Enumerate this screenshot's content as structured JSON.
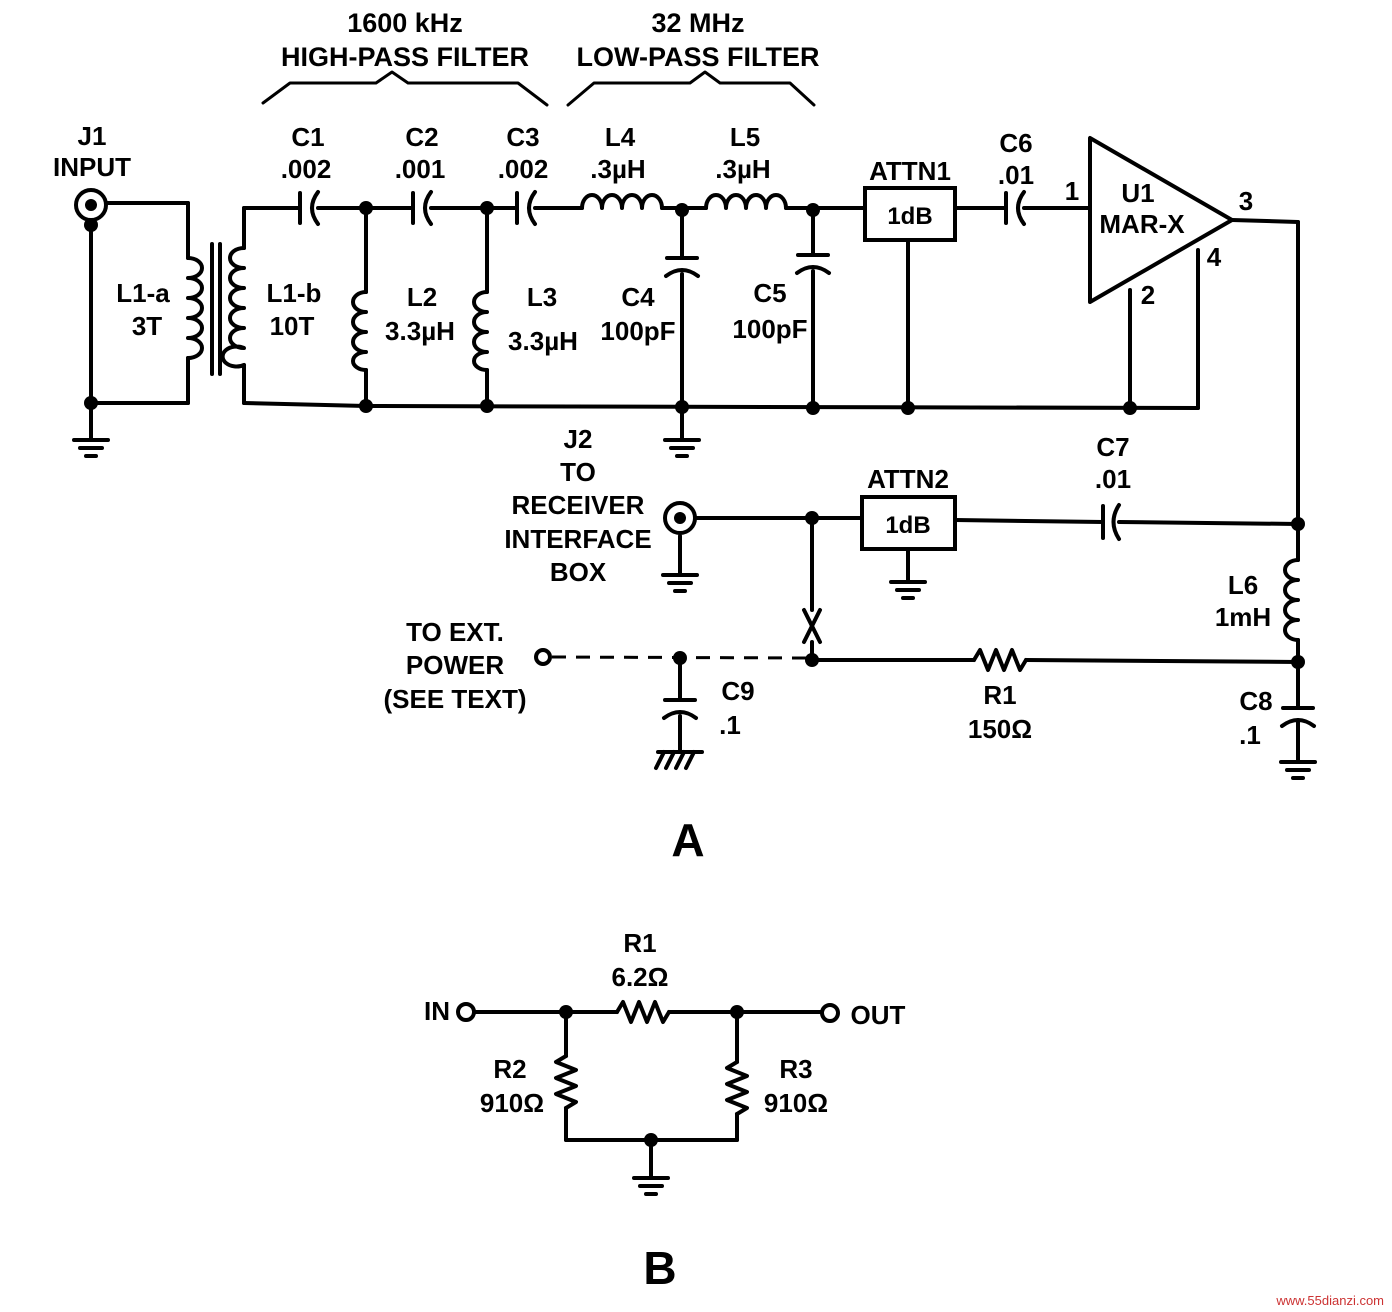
{
  "diagram_a": {
    "caption": "A",
    "hpf": {
      "line1": "1600 kHz",
      "line2": "HIGH-PASS FILTER"
    },
    "lpf": {
      "line1": "32 MHz",
      "line2": "LOW-PASS FILTER"
    },
    "j1": {
      "name": "J1",
      "label": "INPUT"
    },
    "l1a": {
      "name": "L1-a",
      "value": "3T"
    },
    "l1b": {
      "name": "L1-b",
      "value": "10T"
    },
    "c1": {
      "name": "C1",
      "value": ".002"
    },
    "c2": {
      "name": "C2",
      "value": ".001"
    },
    "c3": {
      "name": "C3",
      "value": ".002"
    },
    "l2": {
      "name": "L2",
      "value": "3.3µH"
    },
    "l3": {
      "name": "L3",
      "value": "3.3µH"
    },
    "l4": {
      "name": "L4",
      "value": ".3µH"
    },
    "l5": {
      "name": "L5",
      "value": ".3µH"
    },
    "c4": {
      "name": "C4",
      "value": "100pF"
    },
    "c5": {
      "name": "C5",
      "value": "100pF"
    },
    "attn1": {
      "name": "ATTN1",
      "value": "1dB"
    },
    "c6": {
      "name": "C6",
      "value": ".01"
    },
    "u1": {
      "name": "U1",
      "part": "MAR-X",
      "pin1": "1",
      "pin2": "2",
      "pin3": "3",
      "pin4": "4"
    },
    "j2": {
      "name": "J2",
      "line1": "TO",
      "line2": "RECEIVER",
      "line3": "INTERFACE",
      "line4": "BOX"
    },
    "attn2": {
      "name": "ATTN2",
      "value": "1dB"
    },
    "c7": {
      "name": "C7",
      "value": ".01"
    },
    "l6": {
      "name": "L6",
      "value": "1mH"
    },
    "ext": {
      "line1": "TO EXT.",
      "line2": "POWER",
      "line3": "(SEE TEXT)"
    },
    "c9": {
      "name": "C9",
      "value": ".1"
    },
    "r1": {
      "name": "R1",
      "value": "150Ω"
    },
    "c8": {
      "name": "C8",
      "value": ".1"
    },
    "cut_mark": "X"
  },
  "diagram_b": {
    "caption": "B",
    "in_label": "IN",
    "out_label": "OUT",
    "r1": {
      "name": "R1",
      "value": "6.2Ω"
    },
    "r2": {
      "name": "R2",
      "value": "910Ω"
    },
    "r3": {
      "name": "R3",
      "value": "910Ω"
    }
  },
  "watermark": "www.55dianzi.com"
}
